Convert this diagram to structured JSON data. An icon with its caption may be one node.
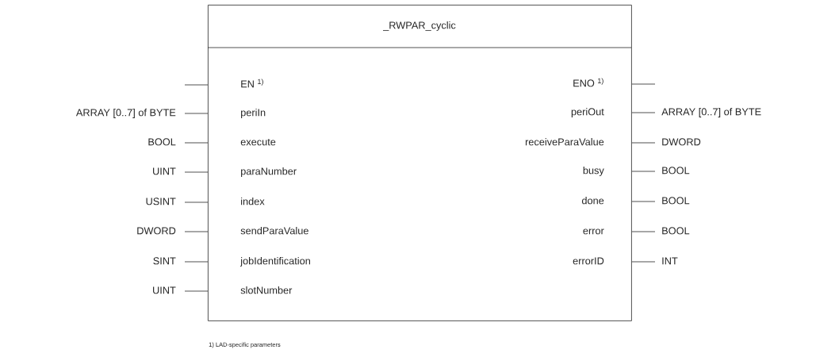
{
  "diagram": {
    "nodes": [
      {
        "text": [
          "_RWPAR_cyclic"
        ]
      },
      {
        "text": [
          "EN $^{1)}$"
        ],
        "in": 0
      },
      {
        "text": [
          "periIn"
        ],
        "in": 0
      },
      {
        "text": [
          "execute"
        ],
        "in": 0
      },
      {
        "text": [
          "paraNumber"
        ],
        "in": 0
      },
      {
        "text": [
          "index"
        ],
        "in": 0
      },
      {
        "text": [
          "sendParaValue"
        ],
        "in": 0
      },
      {
        "text": [
          "jobIdentification"
        ],
        "in": 0
      },
      {
        "text": [
          "slotNumber"
        ],
        "in": 0
      },
      {
        "text": [
          "ENO $^{1)}$"
        ],
        "in": 0
      },
      {
        "text": [
          "periOut"
        ],
        "in": 0
      },
      {
        "text": [
          "receiveParaValue"
        ],
        "in": 0
      },
      {
        "text": [
          "busy"
        ],
        "in": 0
      },
      {
        "text": [
          "done"
        ],
        "in": 0
      },
      {
        "text": [
          "error"
        ],
        "in": 0
      },
      {
        "text": [
          "errorID"
        ],
        "in": 0
      },
      {
        "text": [
          "ARRAY [0..7] of BYTE"
        ]
      },
      {
        "text": [
          "BOOL"
        ]
      },
      {
        "text": [
          "UINT"
        ]
      },
      {
        "text": [
          "USINT"
        ]
      },
      {
        "text": [
          "DWORD"
        ]
      },
      {
        "text": [
          "SINT"
        ]
      },
      {
        "text": [
          "UINT"
        ]
      },
      {
        "text": [
          "ARRAY [0..7] of BYTE"
        ]
      },
      {
        "text": [
          "DWORD"
        ]
      },
      {
        "text": [
          "BOOL"
        ]
      },
      {
        "text": [
          "BOOL"
        ]
      },
      {
        "text": [
          "BOOL"
        ]
      },
      {
        "text": [
          "INT"
        ]
      }
    ],
    "edges": [
      {
        "from": null,
        "to": 0,
        "arrow": "none"
      },
      {
        "from": 16,
        "to": 2,
        "arrow": "none"
      },
      {
        "from": 17,
        "to": 3,
        "arrow": "none"
      },
      {
        "from": 18,
        "to": 4,
        "arrow": "none"
      },
      {
        "from": 19,
        "to": 5,
        "arrow": "none"
      },
      {
        "from": 20,
        "to": 6,
        "arrow": "none"
      },
      {
        "from": 21,
        "to": 7,
        "arrow": "none"
      },
      {
        "from": 22,
        "to": 8,
        "arrow": "none"
      },
      {
        "from": 0,
        "to": null,
        "arrow": "none"
      },
      {
        "from": 10,
        "to": 23,
        "arrow": "none"
      },
      {
        "from": 11,
        "to": 24,
        "arrow": "none"
      },
      {
        "from": 12,
        "to": 25,
        "arrow": "none"
      },
      {
        "from": 13,
        "to": 26,
        "arrow": "none"
      },
      {
        "from": 14,
        "to": 27,
        "arrow": "none"
      },
      {
        "from": 15,
        "to": 28,
        "arrow": "none"
      }
    ],
    "labels": [
      "1) LAD-specific parameters"
    ]
  }
}
